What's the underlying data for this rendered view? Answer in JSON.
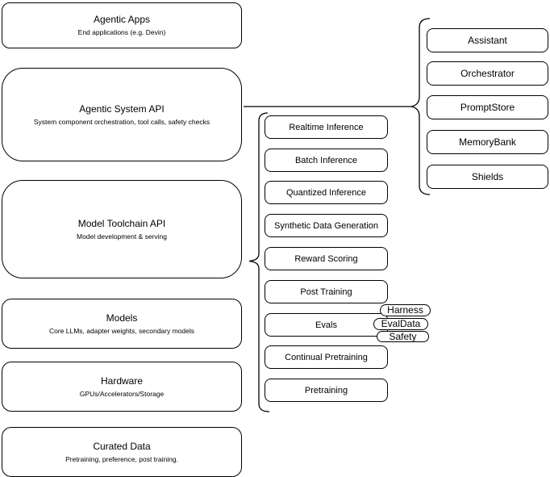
{
  "diagram": {
    "title": "Agentic system architecture diagram",
    "left_stack": [
      {
        "title": "Agentic Apps",
        "subtitle": "End applications (e.g. Devin)"
      },
      {
        "title": "Agentic System API",
        "subtitle": "System component orchestration, tool calls, safety checks"
      },
      {
        "title": "Model Toolchain API",
        "subtitle": "Model development & serving"
      },
      {
        "title": "Models",
        "subtitle": "Core LLMs, adapter weights, secondary models"
      },
      {
        "title": "Hardware",
        "subtitle": "GPUs/Accelerators/Storage"
      },
      {
        "title": "Curated Data",
        "subtitle": "Pretraining, preference, post training."
      }
    ],
    "toolchain_items": [
      "Realtime Inference",
      "Batch Inference",
      "Quantized Inference",
      "Synthetic Data Generation",
      "Reward Scoring",
      "Post Training",
      "Evals",
      "Continual Pretraining",
      "Pretraining"
    ],
    "eval_tags": [
      "Harness",
      "EvalData",
      "Safety"
    ],
    "system_components": [
      "Assistant",
      "Orchestrator",
      "PromptStore",
      "MemoryBank",
      "Shields"
    ],
    "colors": {
      "stroke": "#000000",
      "fill": "#ffffff",
      "background": "#ffffff",
      "text": "#000000"
    }
  }
}
